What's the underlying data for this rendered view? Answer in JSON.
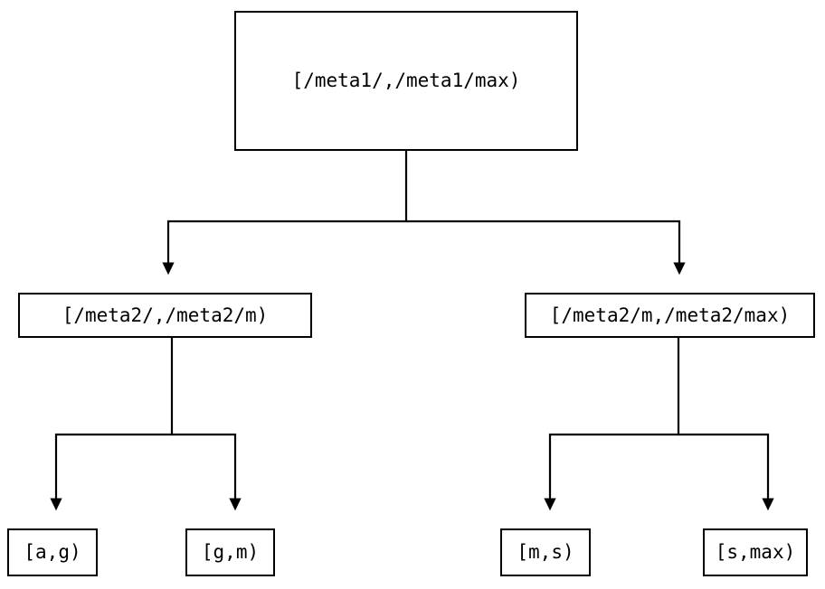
{
  "diagram": {
    "type": "tree",
    "title": "",
    "background_color": "#ffffff",
    "line_color": "#000000",
    "text_color": "#000000",
    "nodes": {
      "root": {
        "label": "[/meta1/,/meta1/max)",
        "level": 1
      },
      "mid_left": {
        "label": "[/meta2/,/meta2/m)",
        "level": 2
      },
      "mid_right": {
        "label": "[/meta2/m,/meta2/max)",
        "level": 2
      },
      "leaf_ag": {
        "label": "[a,g)",
        "level": 3
      },
      "leaf_gm": {
        "label": "[g,m)",
        "level": 3
      },
      "leaf_ms": {
        "label": "[m,s)",
        "level": 3
      },
      "leaf_smax": {
        "label": "[s,max)",
        "level": 3
      }
    },
    "edges": [
      {
        "from": "root",
        "to": "mid_left",
        "arrow": "down-triangle"
      },
      {
        "from": "root",
        "to": "mid_right",
        "arrow": "down-triangle"
      },
      {
        "from": "mid_left",
        "to": "leaf_ag",
        "arrow": "down-triangle"
      },
      {
        "from": "mid_left",
        "to": "leaf_gm",
        "arrow": "down-triangle"
      },
      {
        "from": "mid_right",
        "to": "leaf_ms",
        "arrow": "down-triangle"
      },
      {
        "from": "mid_right",
        "to": "leaf_smax",
        "arrow": "down-triangle"
      }
    ]
  }
}
